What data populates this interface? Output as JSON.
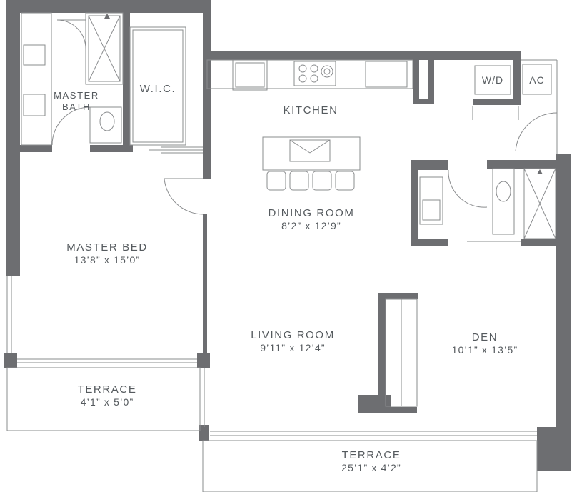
{
  "rooms": {
    "master_bath": {
      "line1": "MASTER",
      "line2": "BATH"
    },
    "wic": {
      "name": "W.I.C."
    },
    "kitchen": {
      "name": "KITCHEN"
    },
    "dining": {
      "name": "DINING ROOM",
      "dim": "8’2” x 12’9”"
    },
    "master_bed": {
      "name": "MASTER BED",
      "dim": "13’8” x 15’0”"
    },
    "living": {
      "name": "LIVING ROOM",
      "dim": "9’11” x 12’4”"
    },
    "den": {
      "name": "DEN",
      "dim": "10’1” x 13’5”"
    },
    "terrace_small": {
      "name": "TERRACE",
      "dim": "4’1” x 5’0”"
    },
    "terrace_large": {
      "name": "TERRACE",
      "dim": "25’1” x 4’2”"
    }
  },
  "appliances": {
    "wd": "W/D",
    "ac": "AC"
  },
  "colors": {
    "wall": "#6d6e71",
    "line": "#8a8c8e",
    "text": "#555a5e"
  }
}
